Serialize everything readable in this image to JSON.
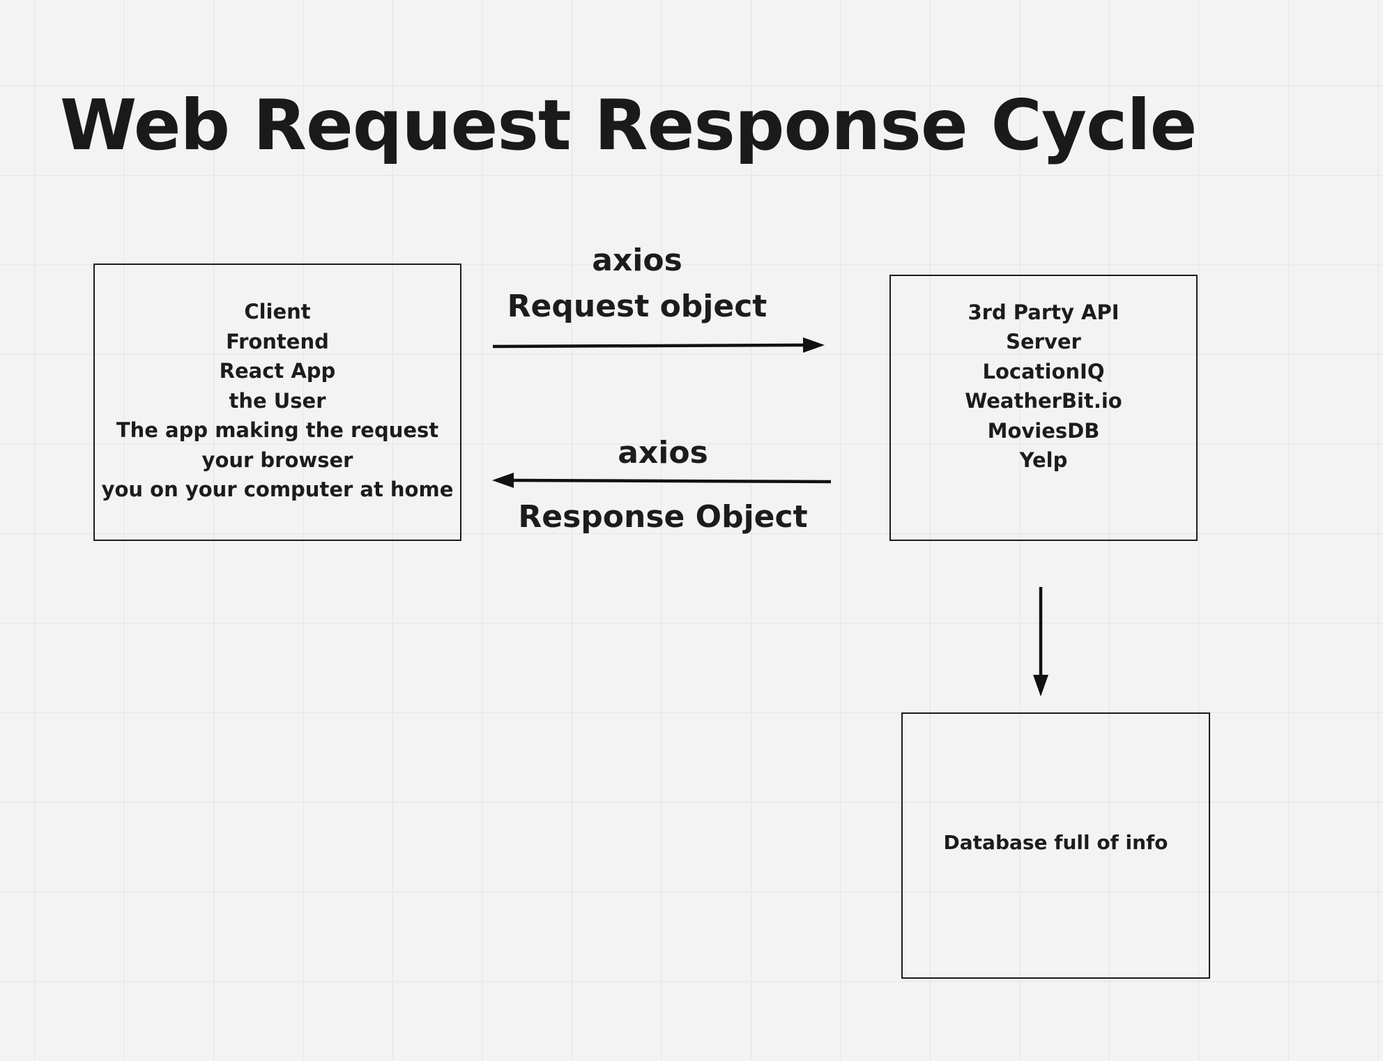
{
  "title": "Web Request Response Cycle",
  "client_box": {
    "lines": [
      "Client",
      "Frontend",
      "React App",
      "the User",
      "The app making the request",
      "your browser",
      "you on your computer at home"
    ]
  },
  "api_box": {
    "lines": [
      "3rd Party API",
      "Server",
      "LocationIQ",
      "WeatherBit.io",
      "MoviesDB",
      "Yelp"
    ]
  },
  "database_box": {
    "label": "Database full of info"
  },
  "request_arrow": {
    "label_top": "axios",
    "label_bottom": "Request object"
  },
  "response_arrow": {
    "label_top": "axios",
    "label_bottom": "Response Object"
  },
  "colors": {
    "background": "#f3f3f3",
    "grid": "#e4e4e4",
    "ink": "#1c1c1c"
  }
}
